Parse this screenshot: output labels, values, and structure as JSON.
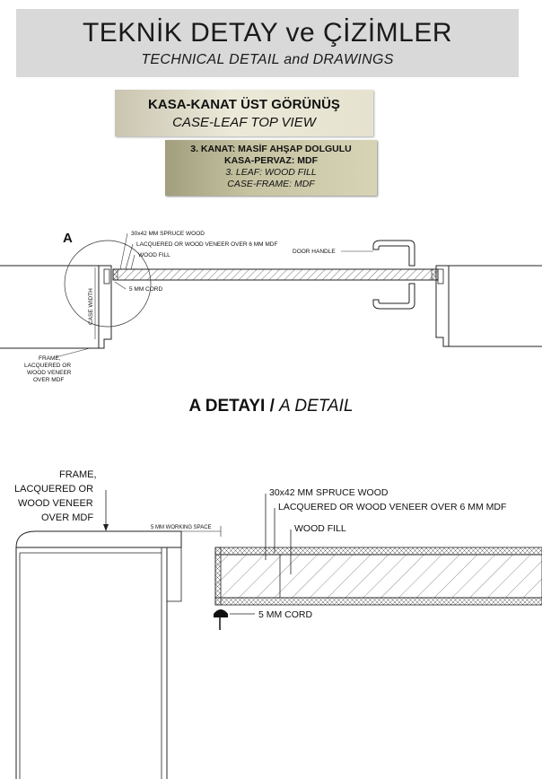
{
  "header": {
    "title": "TEKNİK DETAY ve ÇİZİMLER",
    "subtitle": "TECHNICAL DETAIL and DRAWINGS"
  },
  "view": {
    "title": "KASA-KANAT ÜST GÖRÜNÜŞ",
    "subtitle": "CASE-LEAF TOP VIEW"
  },
  "materials": {
    "line1": "3. KANAT: MASİF AHŞAP DOLGULU",
    "line2": "KASA-PERVAZ: MDF",
    "line3": "3. LEAF: WOOD FILL",
    "line4": "CASE-FRAME: MDF"
  },
  "top_view": {
    "marker": "A",
    "spruce": "30x42 MM SPRUCE  WOOD",
    "veneer": "LACQUERED OR WOOD VENEER OVER 6 MM MDF",
    "wood_fill": "WOOD FILL",
    "cord": "5 MM CORD",
    "door_handle": "DOOR HANDLE",
    "case_width": "CASE WIDTH",
    "frame1": "FRAME,",
    "frame2": "LACQUERED OR",
    "frame3": "WOOD VENEER",
    "frame4": "OVER MDF"
  },
  "detail_title": {
    "bold": "A DETAYI",
    "sep": " / ",
    "italic": "A DETAIL"
  },
  "detail": {
    "frame1": "FRAME,",
    "frame2": "LACQUERED OR",
    "frame3": "WOOD VENEER",
    "frame4": "OVER MDF",
    "working_space": "5 MM WORKING SPACE",
    "spruce": "30x42 MM SPRUCE WOOD",
    "veneer": "LACQUERED OR WOOD VENEER OVER 6 MM MDF",
    "wood_fill": "WOOD FILL",
    "cord": "5 MM CORD"
  }
}
